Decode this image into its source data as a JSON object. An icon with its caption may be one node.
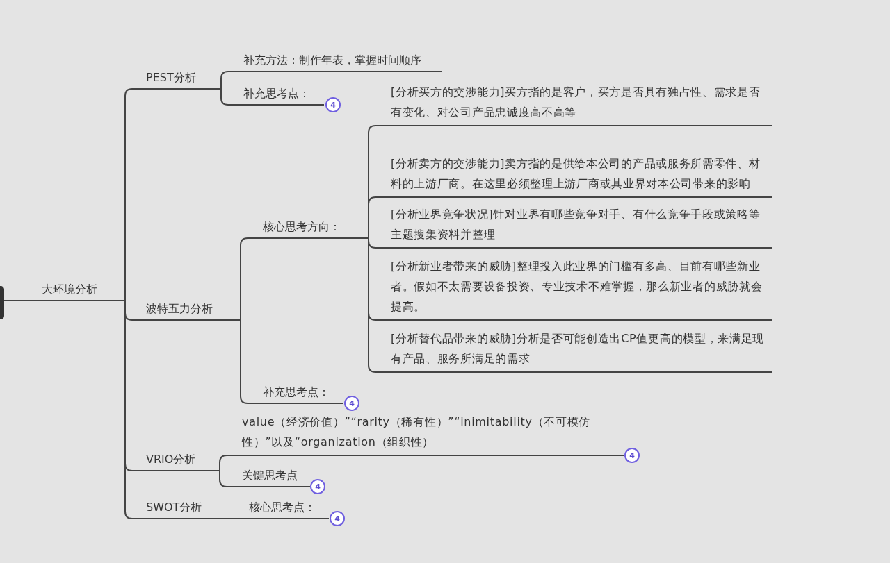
{
  "diagram": {
    "nodes": [
      {
        "text": [],
        "shape": "box"
      },
      {
        "text": [
          "大环境分析"
        ]
      },
      {
        "text": [
          "PEST分析"
        ]
      },
      {
        "text": [
          "补充方法：制作年表，掌握时间顺序"
        ]
      },
      {
        "text": [
          "补充思考点："
        ]
      },
      {
        "text": [
          "4"
        ]
      },
      {
        "text": [
          "波特五力分析"
        ]
      },
      {
        "text": [
          "核心思考方向："
        ]
      },
      {
        "text": [
          "[分析买方的交涉能力]买方指的是客户，买方是否具有独占性、需求是否有变化、对公司产品忠诚度高不高等"
        ]
      },
      {
        "text": [
          "[分析卖方的交涉能力]卖方指的是供给本公司的产品或服务所需零件、材料的上游厂商。在这里必须整理上游厂商或其业界对本公司带来的影响"
        ]
      },
      {
        "text": [
          "[分析业界竞争状况]针对业界有哪些竞争对手、有什么竞争手段或策略等主题搜集资料并整理"
        ]
      },
      {
        "text": [
          "[分析新业者带来的威胁]整理投入此业界的门槛有多高、目前有哪些新业者。假如不太需要设备投资、专业技术不难掌握，那么新业者的威胁就会提高。"
        ]
      },
      {
        "text": [
          "[分析替代品带来的威胁]分析是否可能创造出CP值更高的模型，来满足现有产品、服务所满足的需求"
        ]
      },
      {
        "text": [
          "补充思考点："
        ]
      },
      {
        "text": [
          "4"
        ]
      },
      {
        "text": [
          "VRIO分析"
        ]
      },
      {
        "text": [
          "value（经济价值）”“rarity（稀有性）”“inimitability（不可模仿性）”以及“organization（组织性）"
        ]
      },
      {
        "text": [
          "4"
        ]
      },
      {
        "text": [
          "关键思考点"
        ]
      },
      {
        "text": [
          "4"
        ]
      },
      {
        "text": [
          "SWOT分析"
        ]
      },
      {
        "text": [
          "核心思考点："
        ]
      },
      {
        "text": [
          "4"
        ]
      }
    ],
    "edges": [
      {
        "from": 0,
        "to": 1,
        "arrow": "none"
      },
      {
        "from": 1,
        "to": 2,
        "arrow": "none"
      },
      {
        "from": 1,
        "to": 6,
        "arrow": "none"
      },
      {
        "from": 1,
        "to": 15,
        "arrow": "none"
      },
      {
        "from": 1,
        "to": 20,
        "arrow": "none"
      },
      {
        "from": 2,
        "to": 3,
        "arrow": "none"
      },
      {
        "from": 2,
        "to": 4,
        "arrow": "none"
      },
      {
        "from": 6,
        "to": 7,
        "arrow": "none"
      },
      {
        "from": 6,
        "to": 13,
        "arrow": "none"
      },
      {
        "from": 7,
        "to": 8,
        "arrow": "none"
      },
      {
        "from": 7,
        "to": 9,
        "arrow": "none"
      },
      {
        "from": 7,
        "to": 10,
        "arrow": "none"
      },
      {
        "from": 7,
        "to": 11,
        "arrow": "none"
      },
      {
        "from": 7,
        "to": 12,
        "arrow": "none"
      },
      {
        "from": 15,
        "to": 16,
        "arrow": "none"
      },
      {
        "from": 15,
        "to": 18,
        "arrow": "none"
      },
      {
        "from": 20,
        "to": 21,
        "arrow": "none"
      }
    ]
  }
}
